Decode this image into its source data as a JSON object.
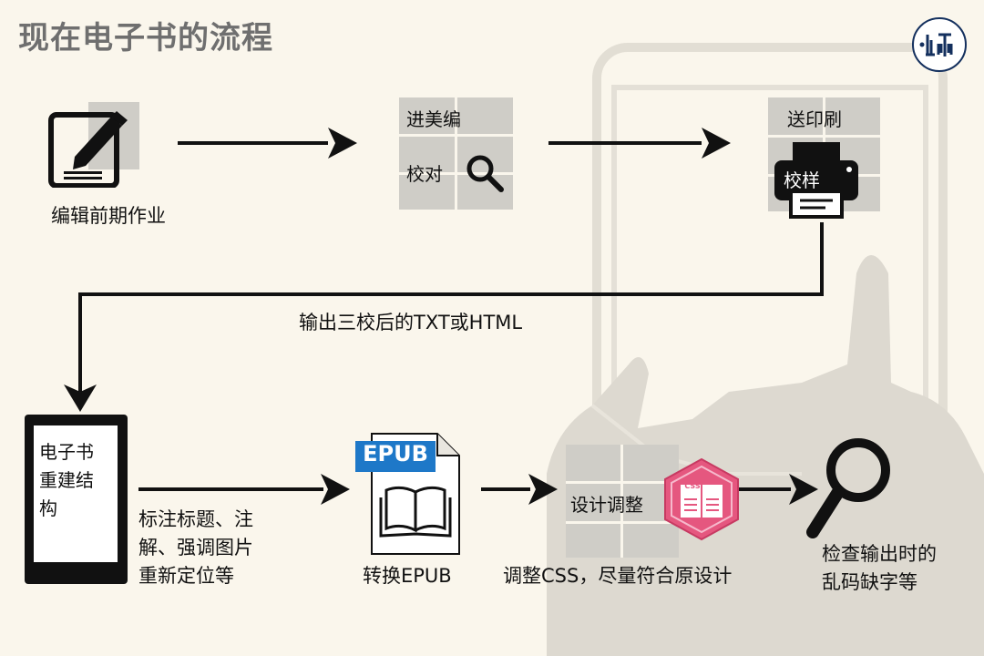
{
  "title": "现在电子书的流程",
  "logo_text": "山水",
  "steps": {
    "editing": "编辑前期作业",
    "stage2_top": "进美编",
    "stage2_mid": "校对",
    "stage3_top": "送印刷",
    "stage3_mid": "校样",
    "output_caption": "输出三校后的TXT或HTML",
    "ebook_box": "电子书\n重建结\n构",
    "ebook_note": "标注标题、注\n解、强调图片\n重新定位等",
    "epub_badge": "EPUB",
    "epub_caption": "转换EPUB",
    "design_label": "设计调整",
    "css_badge": "CSS",
    "css_caption": "调整CSS，尽量符合原设计",
    "check_caption": "检查输出时的\n乱码缺字等"
  },
  "colors": {
    "background": "#faf6ec",
    "title": "#6f6f6f",
    "grid": "#cfcdc7",
    "css_pink": "#e5577f",
    "epub_blue": "#1e78c8",
    "silhouette": "#ddd9d0"
  }
}
